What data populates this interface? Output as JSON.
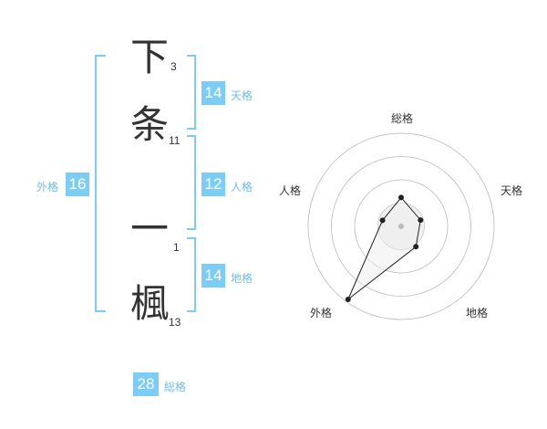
{
  "colors": {
    "accent": "#7ccdf6",
    "label": "#6dbde8",
    "text": "#333333",
    "ring": "#bbbbbb"
  },
  "name": {
    "chars": [
      {
        "char": "下",
        "strokes": "3"
      },
      {
        "char": "条",
        "strokes": "11"
      },
      {
        "char": "一",
        "strokes": "1"
      },
      {
        "char": "楓",
        "strokes": "13"
      }
    ]
  },
  "grades": {
    "tenkaku": {
      "value": "14",
      "label": "天格"
    },
    "jinkaku": {
      "value": "12",
      "label": "人格"
    },
    "chikaku": {
      "value": "14",
      "label": "地格"
    },
    "gaikaku": {
      "value": "16",
      "label": "外格"
    },
    "soukaku": {
      "value": "28",
      "label": "総格"
    }
  },
  "radar": {
    "labels": {
      "top": "総格",
      "right": "天格",
      "bottom_right": "地格",
      "bottom_left": "外格",
      "left": "人格"
    },
    "chart_data": {
      "type": "radar",
      "categories": [
        "総格",
        "天格",
        "地格",
        "外格",
        "人格"
      ],
      "values": [
        0.31,
        0.22,
        0.27,
        0.97,
        0.21
      ],
      "range": [
        0,
        1
      ],
      "rings": 4
    }
  }
}
